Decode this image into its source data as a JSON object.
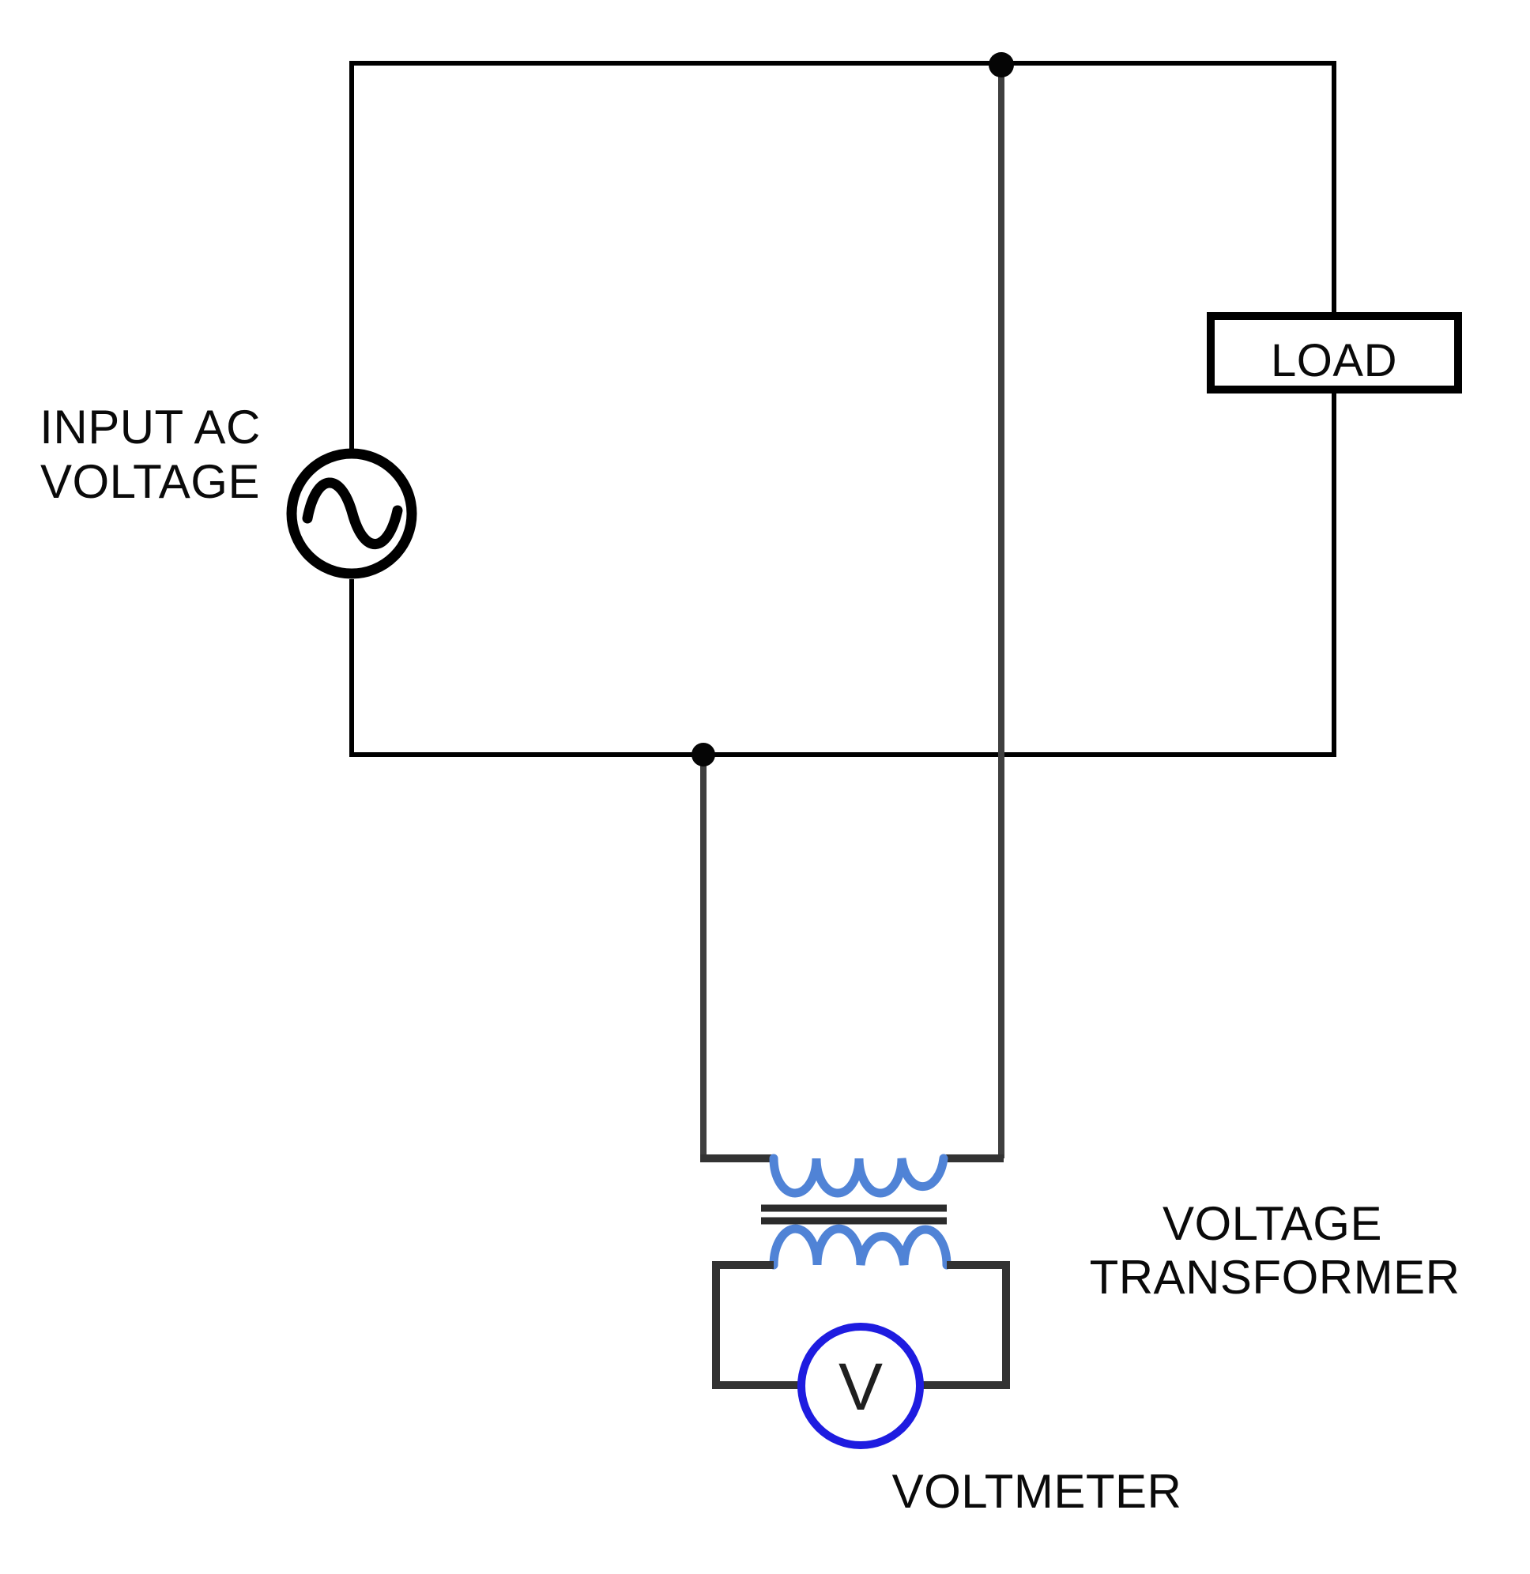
{
  "labels": {
    "source": {
      "line1": "INPUT AC",
      "line2": "VOLTAGE"
    },
    "load": "LOAD",
    "transformer": {
      "line1": "VOLTAGE",
      "line2": "TRANSFORMER"
    },
    "voltmeter": "VOLTMETER"
  },
  "components": {
    "ac_source": {
      "symbol": "sine-wave-in-circle"
    },
    "load": {
      "label": "LOAD"
    },
    "voltage_transformer": {
      "primary_turns": 4,
      "secondary_turns": 4,
      "core_lines": 2
    },
    "voltmeter": {
      "symbol": "V"
    }
  },
  "colors": {
    "wire_black": "#000000",
    "wire_gray": "#3f3f3f",
    "wire_dark": "#333333",
    "coil_blue": "#5083d6",
    "core_dark": "#2b2b2b",
    "voltmeter_ring_blue": "#1e1ce0",
    "text_black": "#0a0a0a",
    "background": "#ffffff"
  }
}
